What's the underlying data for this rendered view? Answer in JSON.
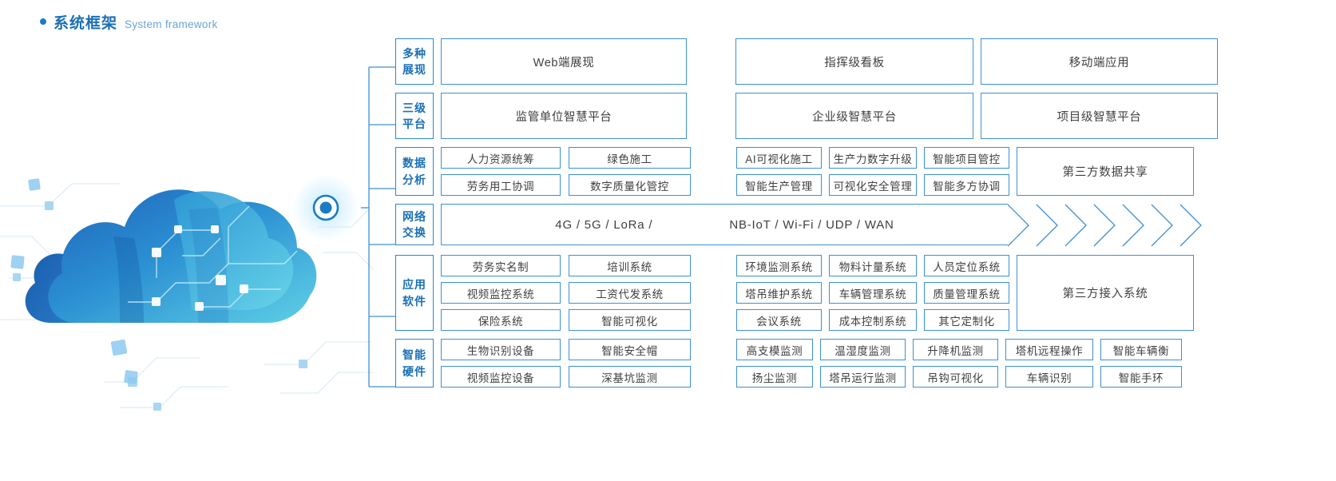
{
  "heading": {
    "bullet": "bullet-dot",
    "cn": "系统框架",
    "en": "System framework"
  },
  "colors": {
    "accent": "#1a6fb5",
    "border": "#3d90d4",
    "stage_border": "#2e86cf",
    "text": "#3f3f3f",
    "cloud_deep": "#1565b0",
    "cloud_mid": "#2f9bd4",
    "cloud_light": "#67d0e8"
  },
  "illustration": {
    "name": "cloud-network-illustration",
    "node_label": "network-node-dot"
  },
  "rows": [
    {
      "stage": [
        "多",
        "种",
        "展",
        "现"
      ],
      "stage_lines": [
        "多种",
        "展现"
      ],
      "type": "banner",
      "groups": [
        {
          "boxes": [
            "Web端展现"
          ]
        },
        {
          "boxes": [
            "指挥级看板"
          ]
        },
        {
          "boxes": [
            "移动端应用"
          ]
        }
      ]
    },
    {
      "stage_lines": [
        "三级",
        "平台"
      ],
      "type": "banner",
      "groups": [
        {
          "boxes": [
            "监管单位智慧平台"
          ]
        },
        {
          "boxes": [
            "企业级智慧平台"
          ]
        },
        {
          "boxes": [
            "项目级智慧平台"
          ]
        }
      ]
    },
    {
      "stage_lines": [
        "数据",
        "分析"
      ],
      "type": "grid",
      "left_cols": [
        [
          "人力资源统筹",
          "劳务用工协调"
        ],
        [
          "绿色施工",
          "数字质量化管控"
        ]
      ],
      "right_cols": [
        [
          "AI可视化施工",
          "智能生产管理"
        ],
        [
          "生产力数字升级",
          "可视化安全管理"
        ],
        [
          "智能项目管控",
          "智能多方协调"
        ]
      ],
      "third_party": "第三方数据共享"
    },
    {
      "stage_lines": [
        "网络",
        "交换"
      ],
      "type": "network",
      "texts": [
        "4G / 5G / LoRa /",
        "NB-IoT / Wi-Fi / UDP / WAN"
      ],
      "chevron_count": 6
    },
    {
      "stage_lines": [
        "应用",
        "软件"
      ],
      "type": "grid",
      "left_cols": [
        [
          "劳务实名制",
          "视频监控系统",
          "保险系统"
        ],
        [
          "培训系统",
          "工资代发系统",
          "智能可视化"
        ]
      ],
      "right_cols": [
        [
          "环境监测系统",
          "塔吊维护系统",
          "会议系统"
        ],
        [
          "物料计量系统",
          "车辆管理系统",
          "成本控制系统"
        ],
        [
          "人员定位系统",
          "质量管理系统",
          "其它定制化"
        ]
      ],
      "third_party": "第三方接入系统"
    },
    {
      "stage_lines": [
        "智能",
        "硬件"
      ],
      "type": "hardware",
      "left_cols": [
        [
          "生物识别设备",
          "视频监控设备"
        ],
        [
          "智能安全帽",
          "深基坑监测"
        ]
      ],
      "right_cols": [
        [
          "高支模监测",
          "扬尘监测"
        ],
        [
          "温湿度监测",
          "塔吊运行监测"
        ],
        [
          "升降机监测",
          "吊钩可视化"
        ],
        [
          "塔机远程操作",
          "车辆识别"
        ],
        [
          "智能车辆衡",
          "智能手环"
        ]
      ]
    }
  ]
}
